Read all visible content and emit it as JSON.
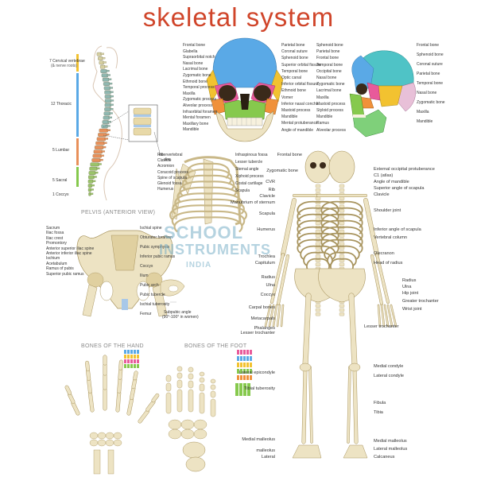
{
  "title": "skeletal system",
  "sections": {
    "pelvis": "PELVIS (ANTERIOR VIEW)",
    "hand": "BONES OF THE HAND",
    "foot": "BONES OF THE FOOT"
  },
  "watermark": {
    "line1": "SCHOOL",
    "line2": "INSTRUMENTS",
    "line3": "INDIA"
  },
  "spine_labels": [
    {
      "text": "7 Cervical vertebrae",
      "sub": "(& nerve roots)"
    },
    {
      "text": "12 Thoracic"
    },
    {
      "text": "5 Lumbar"
    },
    {
      "text": "5 Sacral"
    },
    {
      "text": "1 Coccyx"
    }
  ],
  "spine_extra": {
    "intervertebral": "Intervertebral",
    "disc": "disc"
  },
  "skull_front_left": [
    "Frontal bone",
    "Glabella",
    "Supraorbital notch",
    "Nasal bone",
    "Lacrimal bone",
    "Zygomatic bone",
    "Ethmoid bone",
    "Temporal process",
    "Maxilla",
    "Zygomatic process",
    "Alveolar process",
    "Infraorbital foramen",
    "Mental foramen",
    "Maxillary bone",
    "Mandible"
  ],
  "skull_front_right": [
    "Parietal bone",
    "Coronal suture",
    "Sphenoid bone",
    "Superior orbital fissure",
    "Temporal bone",
    "Optic canal",
    "Inferior orbital fissure",
    "Ethmoid bone",
    "Vomer",
    "Inferior nasal concha",
    "Mastoid process",
    "Mandible",
    "Mental protuberance",
    "Angle of mandible"
  ],
  "skull_side_left": [
    "Sphenoid bone",
    "Parietal bone",
    "Frontal bone",
    "Temporal bone",
    "Occipital bone",
    "Nasal bone",
    "Zygomatic bone",
    "Lacrimal bone",
    "Maxilla",
    "Mastoid process",
    "Styloid process",
    "Mandible",
    "Ramus",
    "Alveolar process"
  ],
  "skull_side_right": [
    "Frontal bone",
    "Sphenoid bone",
    "Coronal suture",
    "Parietal bone",
    "Temporal bone",
    "Nasal bone",
    "Zygomatic bone",
    "Maxilla",
    "Mandible"
  ],
  "ribcage_labels": [
    "Rib",
    "Clavicle",
    "Acromion",
    "Coracoid process",
    "Spine of scapula",
    "Glenoid fossa",
    "Humerus",
    "Infraspinous fossa",
    "Lesser tubercle",
    "Sternal angle",
    "Xiphoid process",
    "Costal cartilage",
    "Scapula"
  ],
  "pelvis_labels": [
    "Sacrum",
    "Iliac fossa",
    "Iliac crest",
    "Promontory",
    "Anterior superior iliac spine",
    "Anterior inferior iliac spine",
    "Ischium",
    "Acetabulum",
    "Ramus of pubis",
    "Superior pubic ramus",
    "Ischial spine",
    "Obturator foramen",
    "Pubic symphysis",
    "Inferior pubic ramus",
    "Coccyx",
    "Ilium",
    "Pubic arch",
    "Pubic tubercle",
    "Ischial tuberosity",
    "Femur"
  ],
  "pelvis_small": [
    "Subpubic angle",
    "(90°-100° in women)"
  ],
  "skeleton_left": [
    "Frontal bone",
    "Zygomatic bone",
    "CVR",
    "Rib",
    "Clavicle",
    "Manubrium of sternum",
    "Scapula",
    "Humerus",
    "Trochlea",
    "Capitulum",
    "Radius",
    "Ulna",
    "Coccyx",
    "Carpal bones",
    "Metacarpals",
    "Phalanges",
    "Lesser trochanter",
    "Lateral epicondyle",
    "Tibial tuberosity",
    "Medial malleolus",
    "malleolus",
    "Lateral"
  ],
  "skeleton_right": [
    "External occipital protuberance",
    "C1 (atlas)",
    "Angle of mandible",
    "Superior angle of scapula",
    "Clavicle",
    "Shoulder joint",
    "Inferior angle of scapula",
    "Vertebral column",
    "Olecranon",
    "Head of radius",
    "Radius",
    "Ulna",
    "Hip joint",
    "Greater trochanter",
    "Wrist joint",
    "Lesser trochanter",
    "Medial condyle",
    "Lateral condyle",
    "Fibula",
    "Tibia",
    "Medial malleolus",
    "Lateral malleolus",
    "Calcaneus"
  ],
  "colors": {
    "title": "#d0452a",
    "bone": "#ede3c3",
    "bone_shade": "#c9b888",
    "frontal": "#5aa9e6",
    "parietal": "#4fc3c6",
    "temporal": "#f2c230",
    "sphenoid": "#e85a9a",
    "zygomatic": "#f0913a",
    "maxilla": "#86c94d",
    "mandible": "#7fd07a",
    "cervical": "#d6cfa0",
    "thoracic": "#8fb7b0",
    "lumbar": "#e8905a",
    "sacral": "#9bc36a",
    "cartilage": "#a8c8e8"
  }
}
